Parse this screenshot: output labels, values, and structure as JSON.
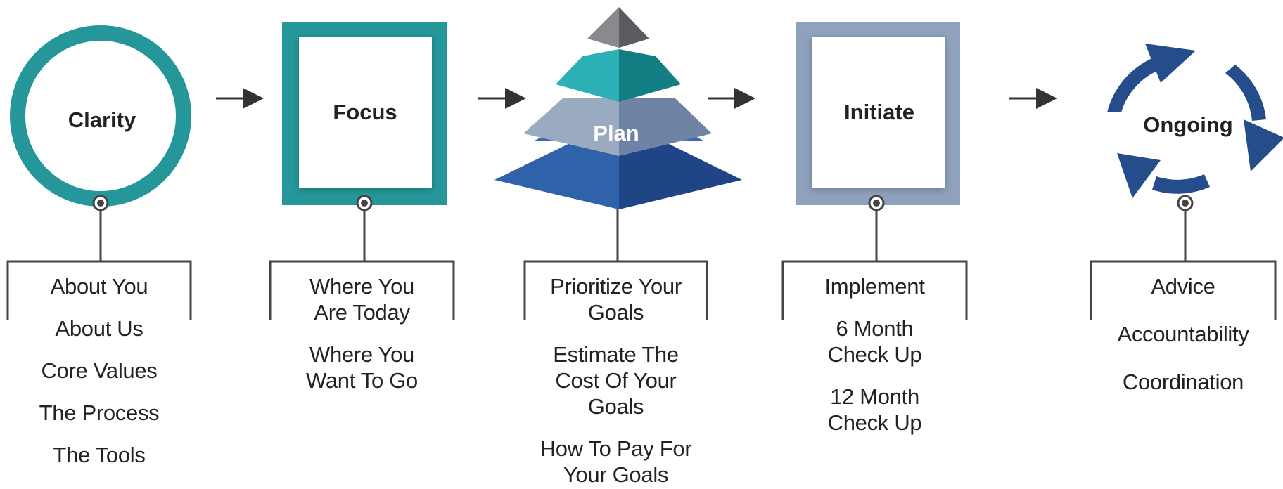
{
  "stages": [
    {
      "title": "Clarity",
      "items": [
        "About You",
        "About Us",
        "Core Values",
        "The Process",
        "The Tools"
      ]
    },
    {
      "title": "Focus",
      "items": [
        "Where You\nAre Today",
        "Where You\nWant To Go"
      ]
    },
    {
      "title": "Plan",
      "items": [
        "Prioritize Your\nGoals",
        "Estimate The\nCost Of  Your\nGoals",
        "How To Pay For\nYour Goals"
      ]
    },
    {
      "title": "Initiate",
      "items": [
        "Implement",
        "6 Month\nCheck Up",
        "12 Month\nCheck Up"
      ]
    },
    {
      "title": "Ongoing",
      "items": [
        "Advice",
        "Accountability",
        "Coordination"
      ]
    }
  ],
  "colors": {
    "teal": "#25979a",
    "pyramid_top": "#7a7a7e",
    "pyramid_teal": "#1fa2a8",
    "pyramid_slate": "#8e9fb8",
    "pyramid_navy": "#27559a",
    "initiate_frame": "#8ea2bd",
    "ongoing_arrows": "#254d8c",
    "connector": "#444444",
    "arrow": "#333333"
  },
  "icons": [
    "circle-icon",
    "square-frame-icon",
    "pyramid-icon",
    "square-frame-icon",
    "cycle-arrows-icon"
  ]
}
